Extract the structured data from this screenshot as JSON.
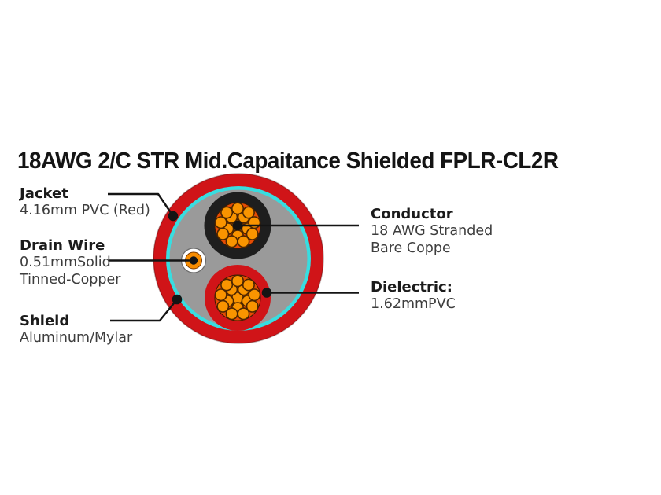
{
  "title": "18AWG 2/C STR Mid.Capaitance Shielded FPLR-CL2R",
  "labels": {
    "jacket": {
      "title": "Jacket",
      "line1": "4.16mm PVC (Red)"
    },
    "drain_wire": {
      "title": "Drain Wire",
      "line1": "0.51mmSolid",
      "line2": "Tinned-Copper"
    },
    "shield": {
      "title": "Shield",
      "line1": "Aluminum/Mylar"
    },
    "conductor": {
      "title": "Conductor",
      "line1": "18 AWG Stranded",
      "line2": "Bare Coppe"
    },
    "dielectric": {
      "title": "Dielectric:",
      "line1": "1.62mmPVC"
    }
  },
  "colors": {
    "jacket_red": "#d01418",
    "shield_tape_cyan": "#38dde0",
    "shield_gray": "#9a9a9a",
    "insulation_black": "#1e1e1e",
    "insulation_red": "#d01418",
    "strand_background": "#e64c04",
    "strand_orange": "#f99400",
    "strand_outline": "#4d2600",
    "drain_white": "#ffffff",
    "drain_orange": "#f78c00",
    "leader_black": "#141414",
    "title_text": "#141414",
    "background": "#ffffff"
  }
}
